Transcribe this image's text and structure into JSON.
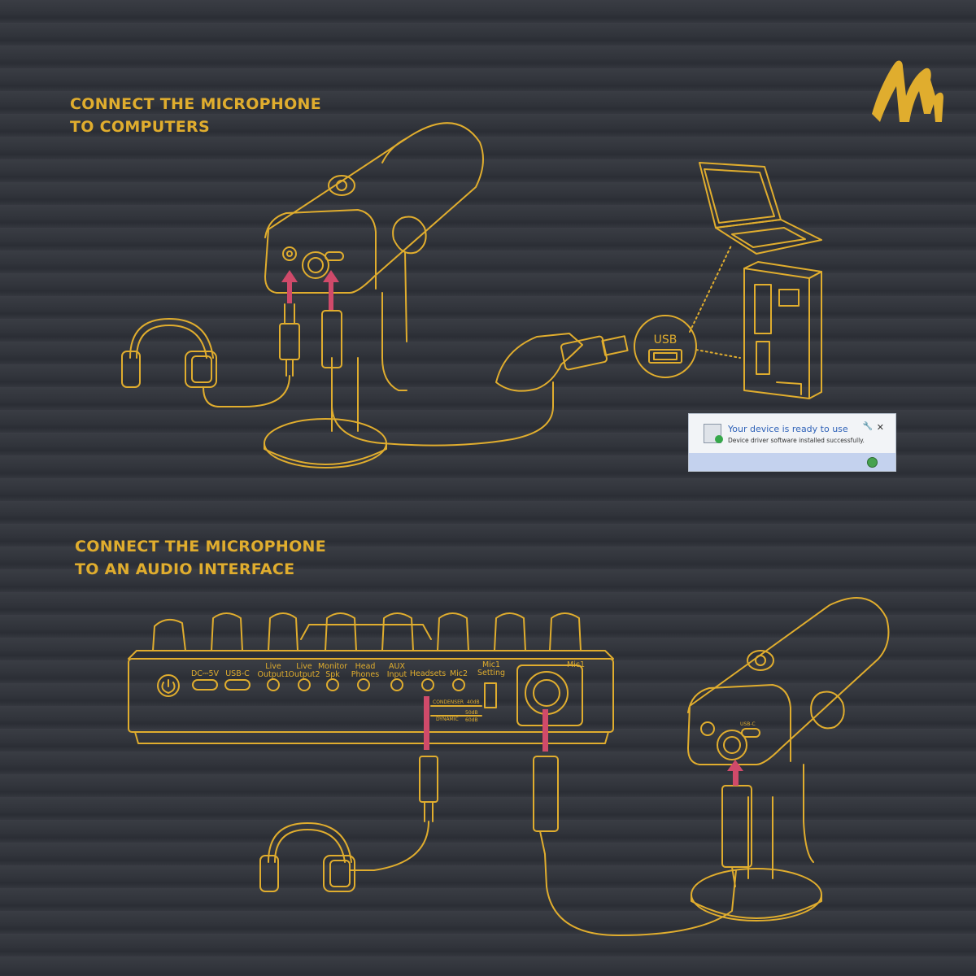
{
  "brand": {
    "logo": "maono-m-logo",
    "accent": "#e0ad2e",
    "arrow_color": "#d04a6a"
  },
  "section1": {
    "line1": "CONNECT THE MICROPHONE",
    "line2": "TO COMPUTERS"
  },
  "section2": {
    "line1": "CONNECT THE MICROPHONE",
    "line2": "TO AN AUDIO INTERFACE"
  },
  "usb_badge": "USB",
  "popup": {
    "title": "Your device is ready to use",
    "message": "Device driver software installed successfully.",
    "close": "✕"
  },
  "interface": {
    "ports": [
      {
        "l1": "DC⎓5V",
        "l2": ""
      },
      {
        "l1": "USB-C",
        "l2": ""
      },
      {
        "l1": "Live",
        "l2": "Output1"
      },
      {
        "l1": "Live",
        "l2": "Output2"
      },
      {
        "l1": "Monitor",
        "l2": "Spk"
      },
      {
        "l1": "Head",
        "l2": "Phones"
      },
      {
        "l1": "AUX",
        "l2": "Input"
      },
      {
        "l1": "Headsets",
        "l2": ""
      },
      {
        "l1": "Mic2",
        "l2": ""
      },
      {
        "l1": "Mic1",
        "l2": "Setting"
      },
      {
        "l1": "Mic1",
        "l2": ""
      }
    ],
    "switch_condenser": "CONDENSER",
    "switch_dynamic": "DYNAMIC",
    "switch_40db": "40dB",
    "switch_50db": "50dB",
    "switch_60db": "60dB"
  },
  "mic2_label": "USB-C"
}
